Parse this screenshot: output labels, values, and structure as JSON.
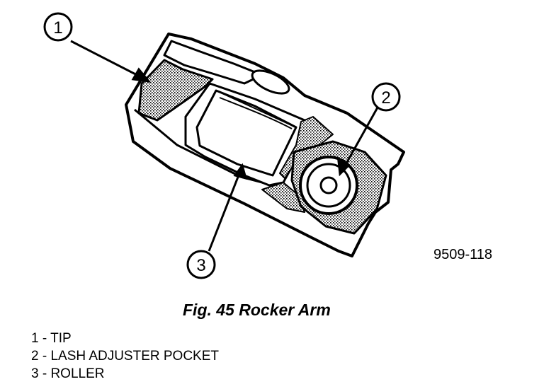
{
  "figure": {
    "code": "9509-118",
    "caption": "Fig. 45 Rocker Arm"
  },
  "callouts": [
    {
      "number": "1"
    },
    {
      "number": "2"
    },
    {
      "number": "3"
    }
  ],
  "legend": [
    {
      "text": "1 - TIP"
    },
    {
      "text": "2 - LASH ADJUSTER POCKET"
    },
    {
      "text": "3 - ROLLER"
    }
  ]
}
